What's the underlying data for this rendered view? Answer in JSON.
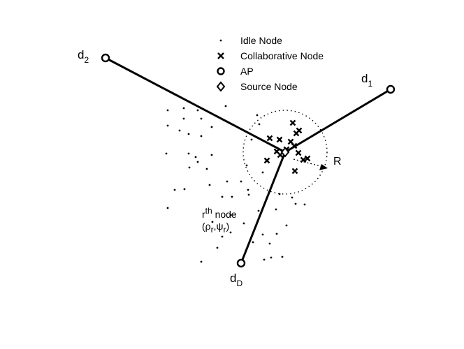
{
  "legend": {
    "idle": "Idle Node",
    "collaborative": "Collaborative Node",
    "ap": "AP",
    "source": "Source Node"
  },
  "ap_labels": {
    "d2": {
      "main": "d",
      "sub": "2"
    },
    "d1": {
      "main": "d",
      "sub": "1"
    },
    "dD": {
      "main": "d",
      "sub": "D"
    }
  },
  "node_label": {
    "line1_main": "r",
    "line1_sup": "th",
    "line1_rest": " node",
    "line2_open": "(ρ",
    "line2_sub1": "r",
    "line2_mid": ",ψ",
    "line2_sub2": "r",
    "line2_close": ")"
  },
  "radius_label": "R",
  "colors": {
    "ink": "#000000",
    "background": "#ffffff"
  }
}
